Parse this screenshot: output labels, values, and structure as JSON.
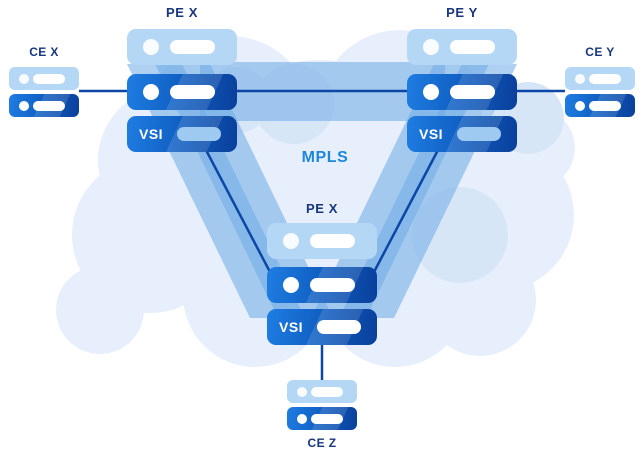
{
  "mpls_label": "MPLS",
  "nodes": [
    {
      "id": "pe-x-top",
      "label": "PE X",
      "vsi": "VSI"
    },
    {
      "id": "pe-y",
      "label": "PE Y",
      "vsi": "VSI"
    },
    {
      "id": "pe-x-center",
      "label": "PE X",
      "vsi": "VSI"
    },
    {
      "id": "ce-x",
      "label": "CE X"
    },
    {
      "id": "ce-y",
      "label": "CE Y"
    },
    {
      "id": "ce-z",
      "label": "CE Z"
    }
  ],
  "colors": {
    "label_navy": "#17367d",
    "mpls_blue": "#1e87d9",
    "light_box": "#b4d7f6",
    "dark_box_start": "#1f7de2",
    "dark_box_end": "#0a3f9b",
    "vsi_slot_tint": "#9ecaf1",
    "pseudowire_band": "#6ea9e6",
    "cloud": "#e6effb",
    "cloud_shade": "#d7e6f7",
    "link_line": "#0d47a5"
  }
}
